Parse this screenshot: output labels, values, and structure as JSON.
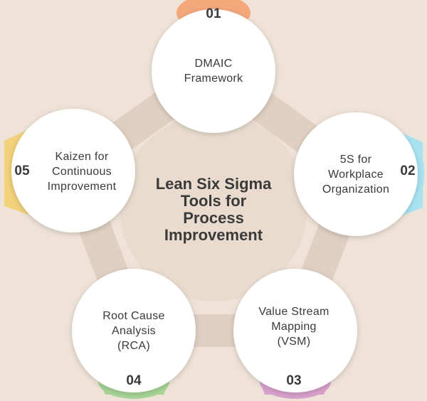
{
  "title_lines": [
    "Lean Six Sigma",
    "Tools for",
    "Process",
    "Improvement"
  ],
  "colors": {
    "background": "#efe3d8",
    "ring": "#dfd0c2",
    "center": "#e9dccf",
    "circle": "#ffffff",
    "text": "#3a3a3a"
  },
  "items": [
    {
      "number": "01",
      "lines": [
        "DMAIC",
        "Framework"
      ],
      "color": "#f5a77c"
    },
    {
      "number": "02",
      "lines": [
        "5S for",
        "Workplace",
        "Organization"
      ],
      "color": "#a9e3f2"
    },
    {
      "number": "03",
      "lines": [
        "Value Stream",
        "Mapping",
        "(VSM)"
      ],
      "color": "#d9a1cd"
    },
    {
      "number": "04",
      "lines": [
        "Root Cause",
        "Analysis",
        "(RCA)"
      ],
      "color": "#a8d597"
    },
    {
      "number": "05",
      "lines": [
        "Kaizen for",
        "Continuous",
        "Improvement"
      ],
      "color": "#f2d27b"
    }
  ]
}
